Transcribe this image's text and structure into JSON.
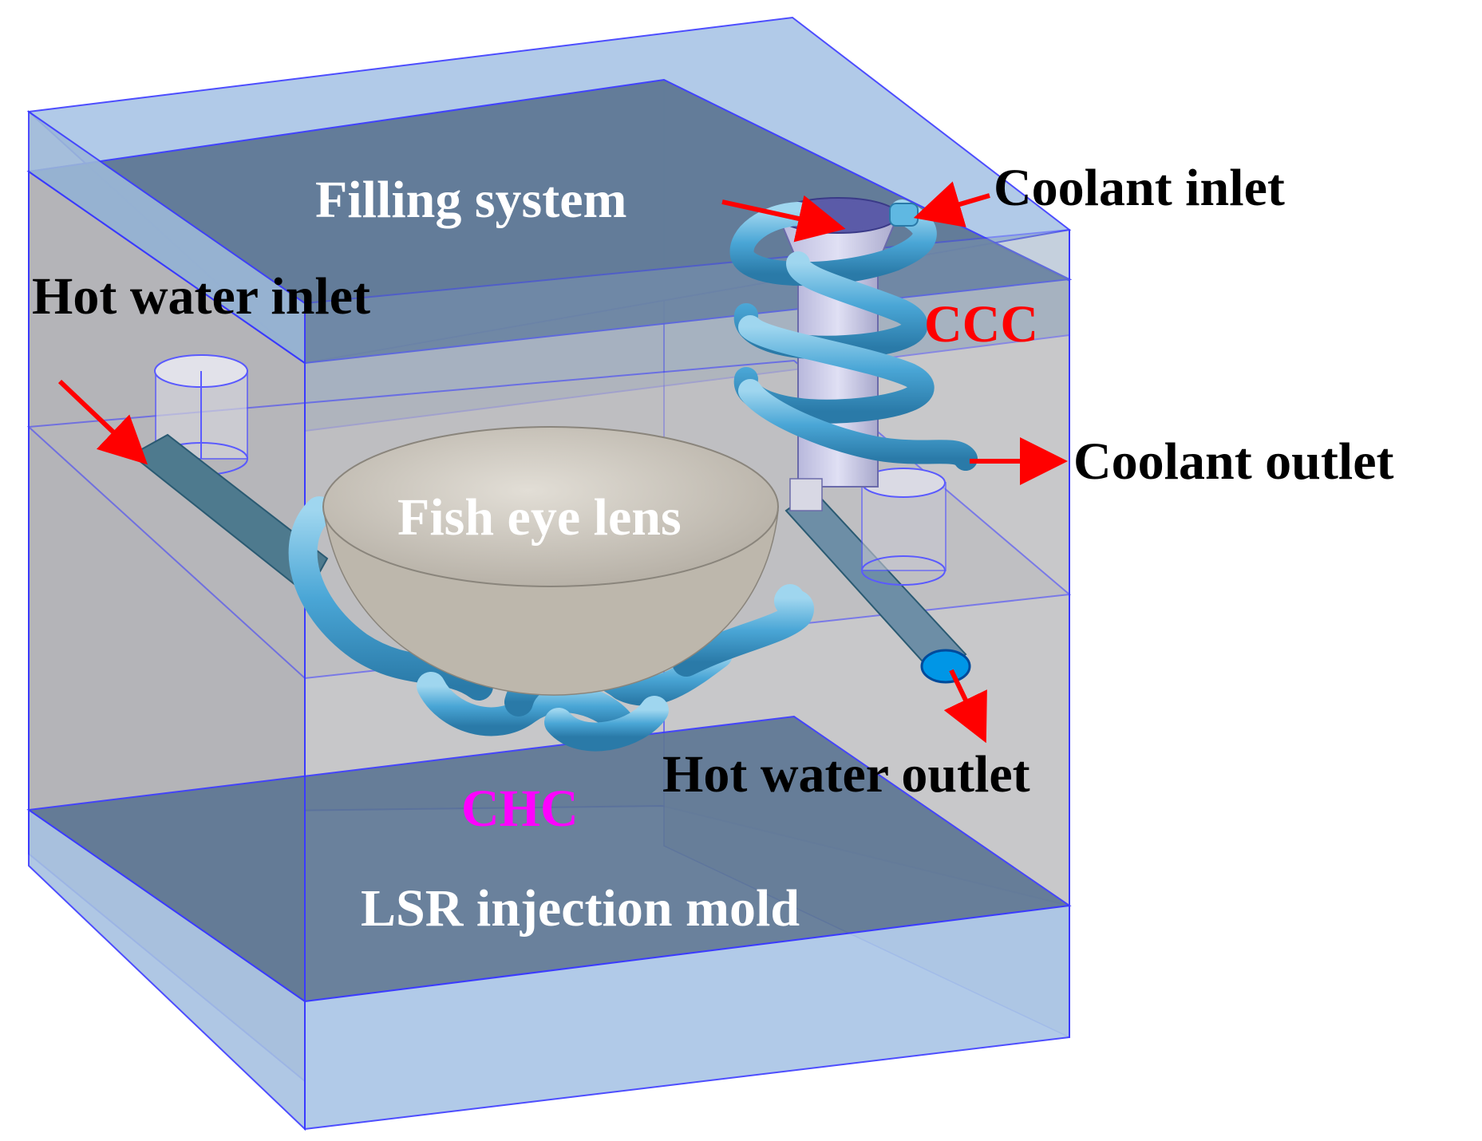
{
  "labels": {
    "filling_system": "Filling system",
    "coolant_inlet": "Coolant inlet",
    "hot_water_inlet": "Hot water inlet",
    "ccc": "CCC",
    "coolant_outlet": "Coolant outlet",
    "fish_eye_lens": "Fish eye lens",
    "hot_water_outlet": "Hot water outlet",
    "chc": "CHC",
    "lsr_injection_mold": "LSR injection mold"
  },
  "colors": {
    "white_label": "#ffffff",
    "black_label": "#000000",
    "ccc_label": "#ff0000",
    "chc_label": "#ff00ff",
    "arrow": "#ff0000",
    "mold_plate": "#5e7794",
    "mold_middle": "#c0c0c0",
    "mold_edge": "#2a2aff",
    "pipe": "#4aa6d6",
    "lens": "#cfcac0"
  }
}
